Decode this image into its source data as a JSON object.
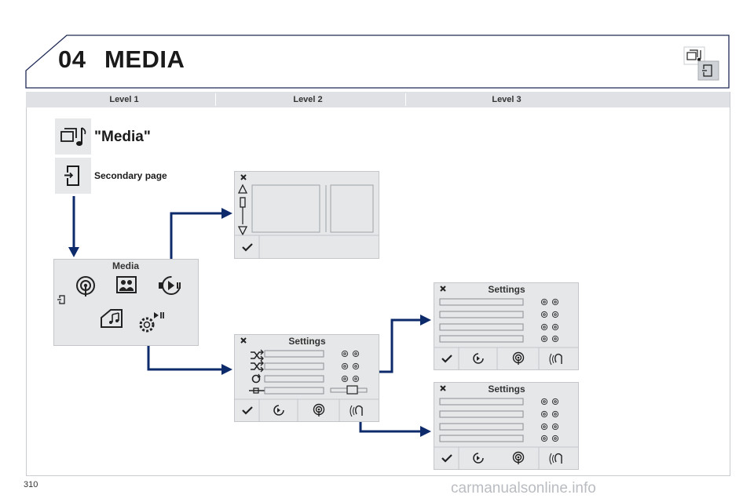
{
  "header": {
    "chapter_number": "04",
    "chapter_title": "MEDIA"
  },
  "levels": [
    "Level 1",
    "Level 2",
    "Level 3"
  ],
  "level1": {
    "media_label": "\"Media\"",
    "secondary_label": "Secondary page",
    "screen_title": "Media"
  },
  "level2": {
    "settings_title": "Settings"
  },
  "level3": {
    "settings_title_1": "Settings",
    "settings_title_2": "Settings"
  },
  "footer": {
    "page_number": "310",
    "watermark": "carmanualsonline.info"
  },
  "colors": {
    "arrow": "#0d2a6b",
    "level_bar": "#dfe1e4",
    "screen_bg": "#e6e7e9"
  },
  "icons": [
    "media-icon",
    "secondary-page-icon",
    "radio-icon",
    "photo-icon",
    "media-player-icon",
    "usb-music-icon",
    "settings-playback-icon",
    "close-icon",
    "check-icon",
    "shuffle-icon",
    "repeat-icon",
    "balance-icon",
    "audio-icon",
    "antenna-icon"
  ]
}
